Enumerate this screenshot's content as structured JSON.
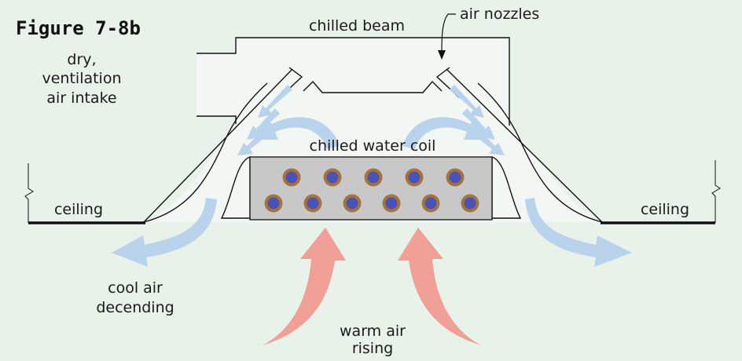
{
  "figure_label": "Figure 7-8b",
  "labels": {
    "chilled_beam": "chilled beam",
    "air_nozzles": "air nozzles",
    "intake_line1": "dry,",
    "intake_line2": "ventilation",
    "intake_line3": "air intake",
    "coil": "chilled water coil",
    "ceiling_left": "ceiling",
    "ceiling_right": "ceiling",
    "cool_line1": "cool air",
    "cool_line2": "decending",
    "warm_line1": "warm air",
    "warm_line2": "rising"
  },
  "colors": {
    "background": "#e9f2e9",
    "housing_fill": "#f2f7f4",
    "coil_fill": "#c8c8c8",
    "tube_outer": "#a5743a",
    "tube_inner": "#4a52b8",
    "cool_air": "#b9d3ec",
    "warm_air": "#f0a097",
    "line": "#111111"
  },
  "coil_tubes": {
    "top_row": 5,
    "bottom_row": 6
  }
}
